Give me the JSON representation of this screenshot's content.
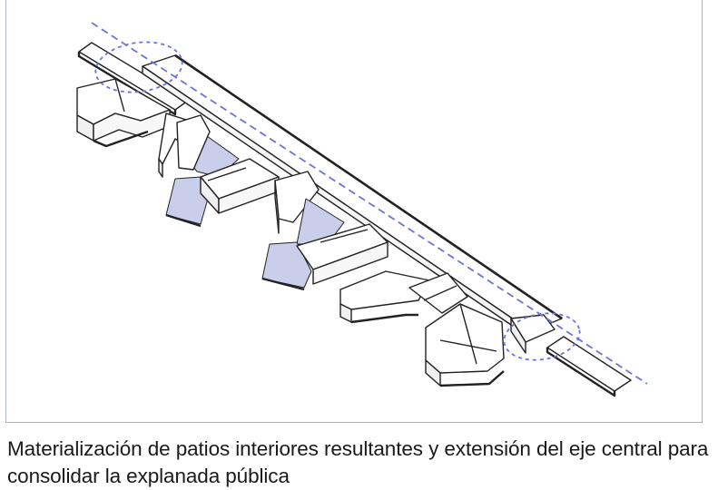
{
  "figure": {
    "caption": "Materialización de patios interiores resultantes y extensión del eje central para consolidar la explanada pública",
    "colors": {
      "border": "#a9b3d8",
      "axis": "#6b74d6",
      "patio_fill": "#c9cfeb",
      "block_fill": "#ffffff",
      "shade_fill": "#f4f4f4",
      "outline": "#1a1a1a"
    },
    "icons": [
      "axis-line",
      "extension-circle-left",
      "extension-circle-right",
      "patio-1",
      "patio-2"
    ]
  }
}
